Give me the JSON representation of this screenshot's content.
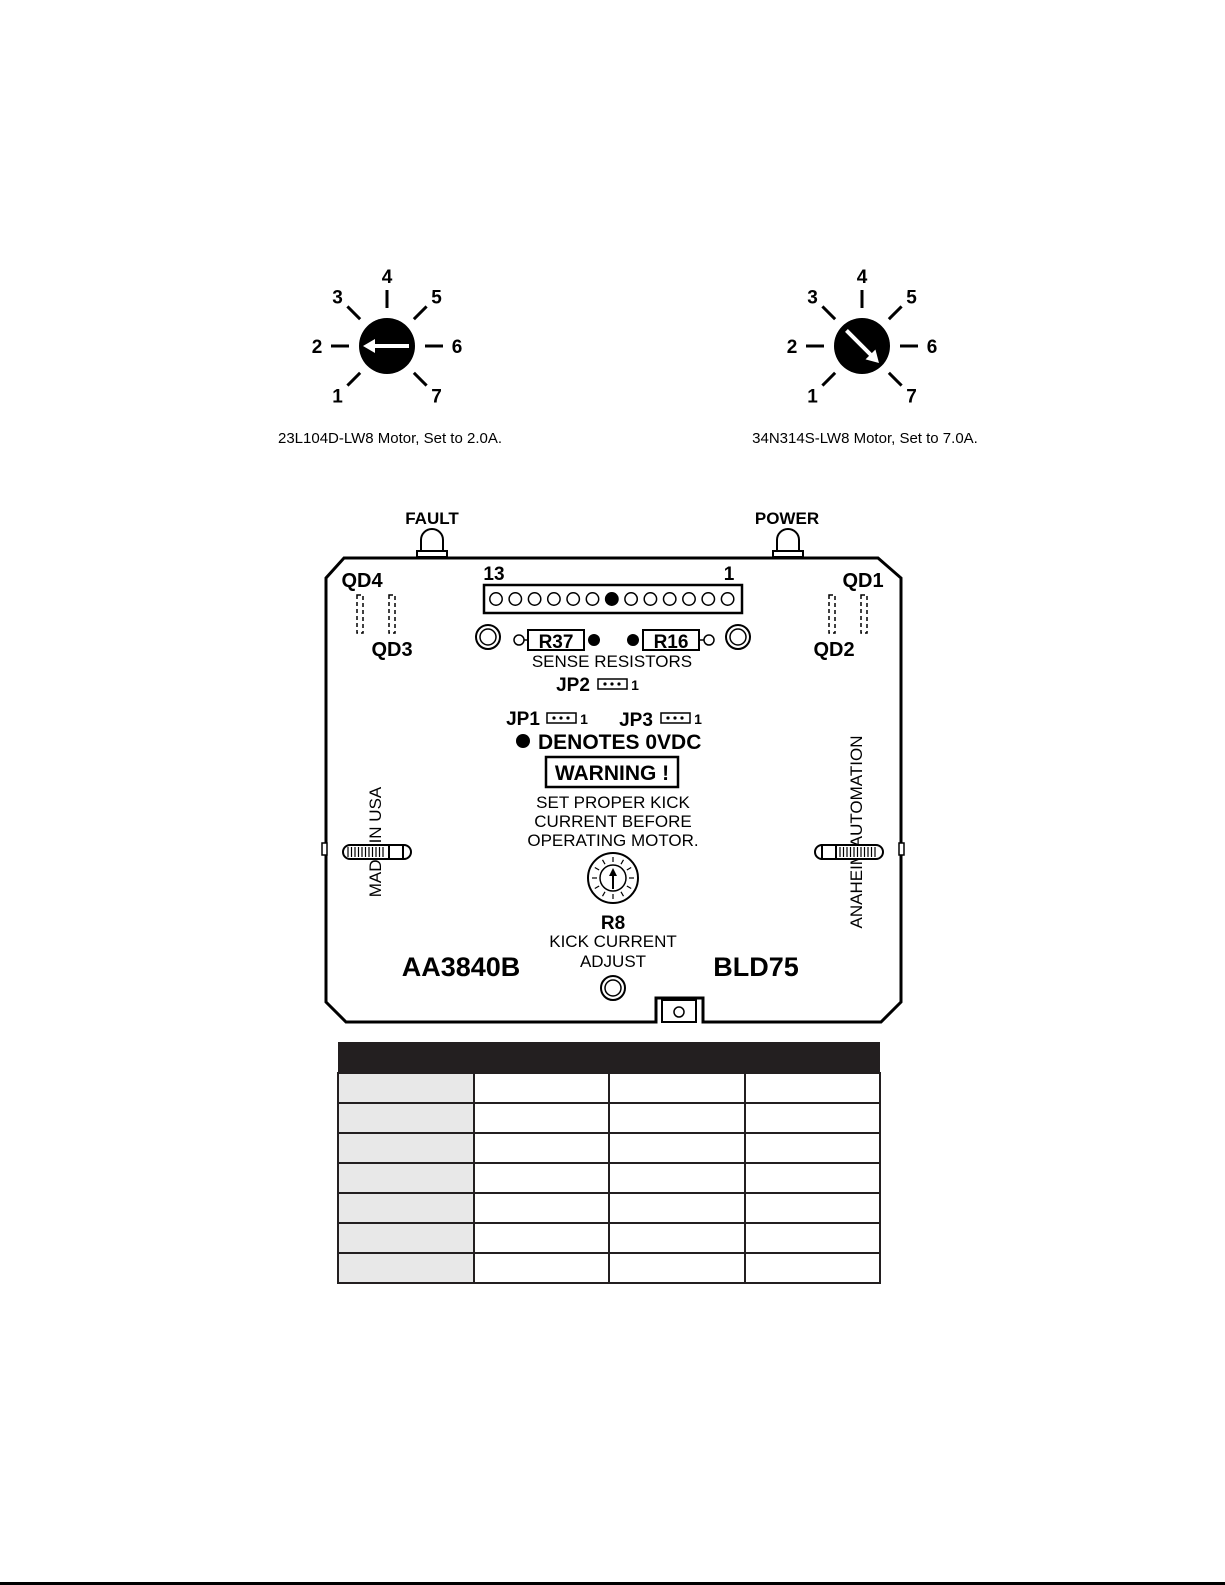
{
  "dials": {
    "left": {
      "caption": "23L104D-LW8 Motor, Set to 2.0A.",
      "position": 2,
      "labels": [
        "1",
        "2",
        "3",
        "4",
        "5",
        "6",
        "7"
      ]
    },
    "right": {
      "caption": "34N314S-LW8 Motor, Set to 7.0A.",
      "position": 7,
      "labels": [
        "1",
        "2",
        "3",
        "4",
        "5",
        "6",
        "7"
      ]
    }
  },
  "board": {
    "fault_label": "FAULT",
    "power_label": "POWER",
    "qd4": "QD4",
    "qd3": "QD3",
    "qd1": "QD1",
    "qd2": "QD2",
    "connector_left_pin": "13",
    "connector_right_pin": "1",
    "connector_pin_count": 13,
    "connector_filled_pin": 7,
    "r37": "R37",
    "r16": "R16",
    "sense_resistors": "SENSE RESISTORS",
    "jp2": "JP2",
    "jp2_pin": "1",
    "jp1": "JP1",
    "jp1_pin": "1",
    "jp3": "JP3",
    "jp3_pin": "1",
    "denotes": "DENOTES 0VDC",
    "warning": "WARNING !",
    "set_lines": [
      "SET PROPER KICK",
      "CURRENT BEFORE",
      "OPERATING MOTOR."
    ],
    "r8": "R8",
    "kick_current": "KICK CURRENT",
    "adjust": "ADJUST",
    "model_left": "AA3840B",
    "model_right": "BLD75",
    "made_in_usa": "MADE IN USA",
    "anaheim": "ANAHEIM AUTOMATION"
  },
  "table": {
    "rows": 7,
    "colors": {
      "header": "#231f20",
      "label_cell": "#e8e8e8"
    }
  }
}
